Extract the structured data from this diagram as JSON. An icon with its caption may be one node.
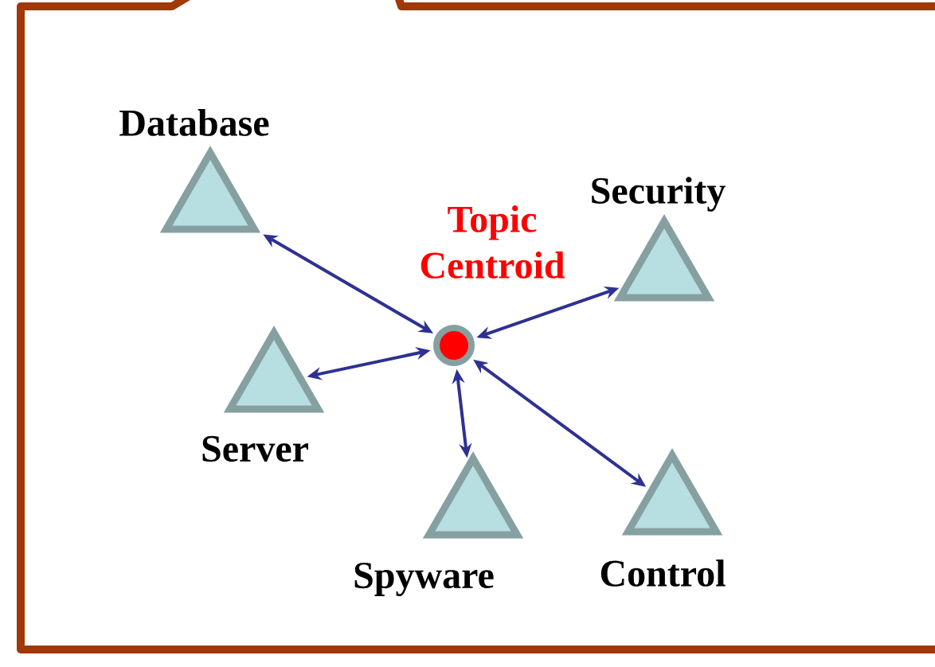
{
  "diagram": {
    "nodes": [
      {
        "text": [
          "Database"
        ]
      },
      {
        "text": [
          "Topic Centroid"
        ]
      },
      {
        "text": [
          "Security"
        ]
      },
      {
        "text": [
          "Server"
        ]
      },
      {
        "text": [
          "Spyware"
        ]
      },
      {
        "text": [
          "Control"
        ]
      }
    ],
    "edges": [
      {
        "from": 1,
        "to": 0,
        "arrow": "both"
      },
      {
        "from": 1,
        "to": 2,
        "arrow": "both"
      },
      {
        "from": 1,
        "to": 3,
        "arrow": "both"
      },
      {
        "from": 1,
        "to": 4,
        "arrow": "both"
      },
      {
        "from": 1,
        "to": 5,
        "arrow": "both"
      }
    ]
  }
}
